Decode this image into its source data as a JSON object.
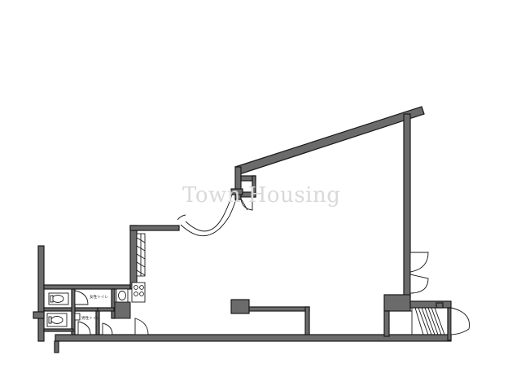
{
  "watermark": "Town Housing",
  "rooms": {
    "womens_toilet": "女性トイレ",
    "mens_toilet": "男性トイレ"
  },
  "colors": {
    "wall": "#6b6b6b",
    "outline": "#1a1a1a",
    "background": "#ffffff",
    "watermark": "#d9d9d9"
  }
}
